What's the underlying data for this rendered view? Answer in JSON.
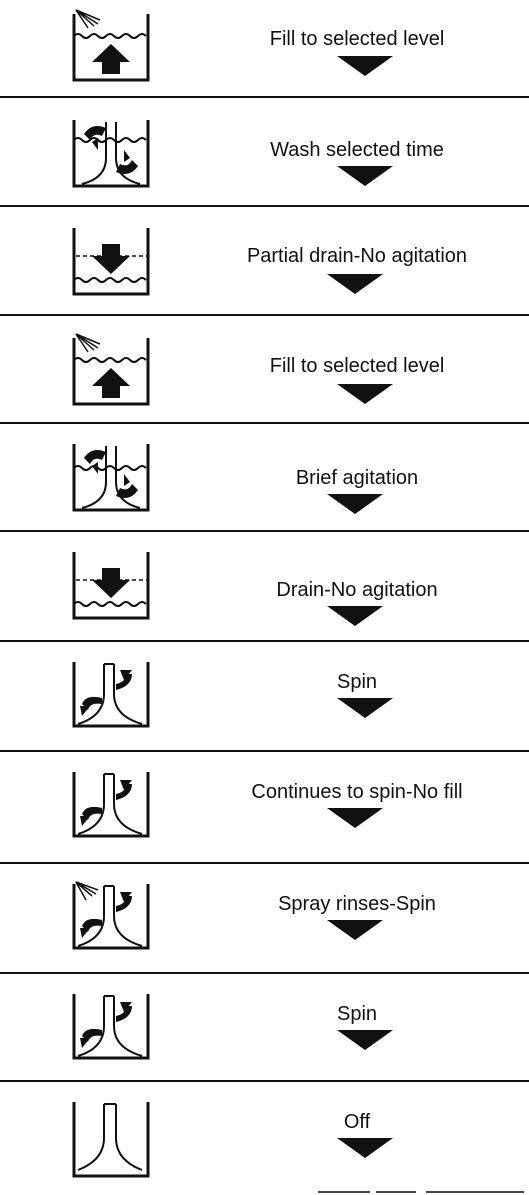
{
  "steps": [
    {
      "label": "Fill to selected level",
      "icon": "fill-icon"
    },
    {
      "label": "Wash selected time",
      "icon": "agitator-wash-icon"
    },
    {
      "label": "Partial drain-No agitation",
      "icon": "drain-icon"
    },
    {
      "label": "Fill to selected level",
      "icon": "fill-icon"
    },
    {
      "label": "Brief agitation",
      "icon": "agitator-wash-icon"
    },
    {
      "label": "Drain-No agitation",
      "icon": "drain-icon"
    },
    {
      "label": "Spin",
      "icon": "spin-icon"
    },
    {
      "label": "Continues to spin-No fill",
      "icon": "spin-icon"
    },
    {
      "label": "Spray rinses-Spin",
      "icon": "spray-spin-icon"
    },
    {
      "label": "Spin",
      "icon": "spin-icon"
    },
    {
      "label": "Off",
      "icon": "off-agitator-icon"
    }
  ]
}
